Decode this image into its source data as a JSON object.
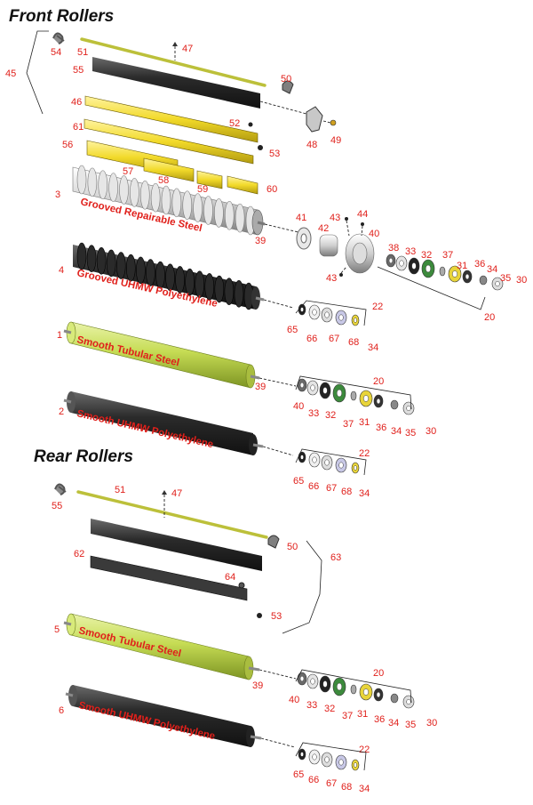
{
  "sections": {
    "front": "Front Rollers",
    "rear": "Rear Rollers"
  },
  "rollers": {
    "grooved_steel": "Grooved Repairable Steel",
    "grooved_uhmw": "Grooved UHMW Polyethylene",
    "smooth_steel_front": "Smooth Tubular Steel",
    "smooth_uhmw_front": "Smooth UHMW Polyethylene",
    "smooth_steel_rear": "Smooth Tubular Steel",
    "smooth_uhmw_rear": "Smooth UHMW Polyethylene"
  },
  "colors": {
    "callout": "#e0201b",
    "roller_green": "#c6dc54",
    "roller_dark": "#2b2b2b",
    "scraper_yellow": "#f2da2a",
    "steel_grey": "#d4d4d4"
  },
  "callouts": [
    "54",
    "51",
    "47",
    "45",
    "55",
    "50",
    "46",
    "52",
    "48",
    "49",
    "61",
    "53",
    "56",
    "57",
    "58",
    "59",
    "60",
    "3",
    "39",
    "41",
    "42",
    "43",
    "44",
    "40",
    "43",
    "38",
    "33",
    "32",
    "37",
    "31",
    "36",
    "34",
    "35",
    "30",
    "20",
    "4",
    "22",
    "65",
    "66",
    "67",
    "68",
    "34",
    "1",
    "39",
    "20",
    "40",
    "33",
    "32",
    "37",
    "31",
    "36",
    "34",
    "35",
    "30",
    "2",
    "22",
    "65",
    "66",
    "67",
    "68",
    "34",
    "55",
    "51",
    "47",
    "50",
    "62",
    "63",
    "64",
    "53",
    "5",
    "39",
    "20",
    "40",
    "33",
    "32",
    "37",
    "31",
    "36",
    "34",
    "35",
    "30",
    "6",
    "22",
    "65",
    "66",
    "67",
    "68",
    "34"
  ]
}
